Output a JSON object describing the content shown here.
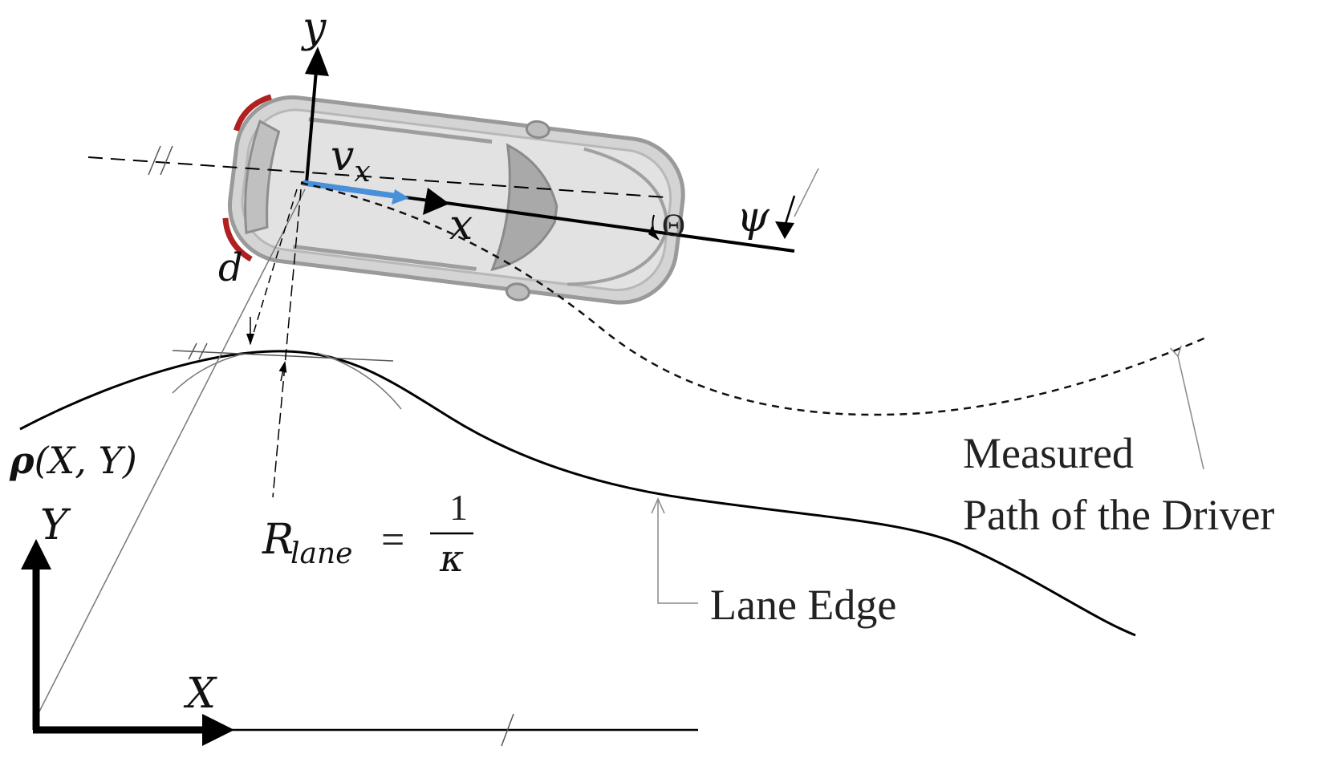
{
  "labels": {
    "vehicle_y": "y",
    "vehicle_x": "x",
    "velocity": "v",
    "velocity_sub": "x",
    "heading_angle": "Θ",
    "yaw": "ψ",
    "offset": "d",
    "position_bold": "ρ",
    "position_args": "(X, Y)",
    "global_Y": "Y",
    "global_X": "X",
    "radius_R": "R",
    "radius_sub": "lane",
    "radius_eq": "=",
    "radius_num": "1",
    "radius_den": "κ"
  },
  "annotations": {
    "measured_path_line1": "Measured",
    "measured_path_line2": "Path of the Driver",
    "lane_edge": "Lane Edge"
  },
  "colors": {
    "velocity_arrow": "#4a90d9",
    "car_body": "#c9c9c9",
    "tail_light": "#b02020"
  }
}
